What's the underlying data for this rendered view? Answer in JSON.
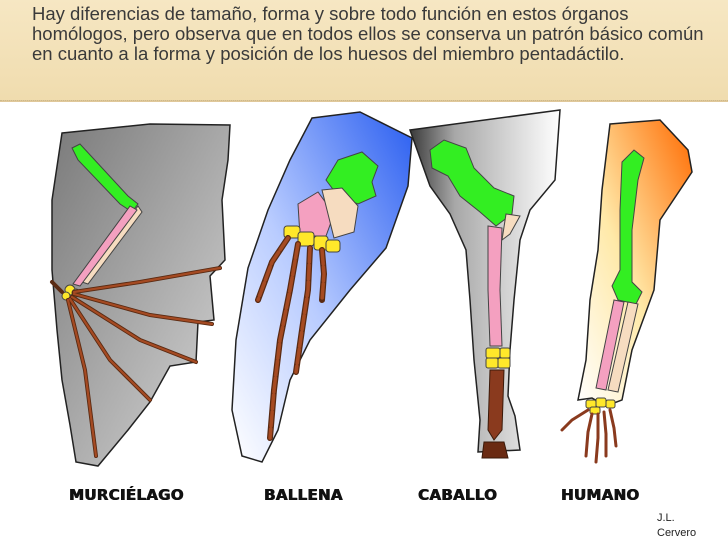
{
  "header": {
    "text": "Hay diferencias de tamaño, forma y sobre todo función en estos órganos homólogos, pero observa que en todos ellos se conserva un patrón básico común en cuanto a la forma y posición de los huesos del miembro pentadáctilo."
  },
  "limbs": [
    {
      "label": "MURCIÉLAGO"
    },
    {
      "label": "BALLENA"
    },
    {
      "label": "CABALLO"
    },
    {
      "label": "HUMANO"
    }
  ],
  "credit": {
    "line1": "J.L.",
    "line2": "Cervero"
  },
  "colors": {
    "humerus": "#33ee22",
    "radius": "#f4a0c0",
    "ulna": "#f6dcc0",
    "carpals": "#ffe82a",
    "metacarpals_phalanges": "#8a3a1e",
    "bat_membrane": "#8c8c8c",
    "whale_skin": "#3a6ef0",
    "horse_skin": "#9a9a9a",
    "human_skin": "#ff7a00"
  }
}
